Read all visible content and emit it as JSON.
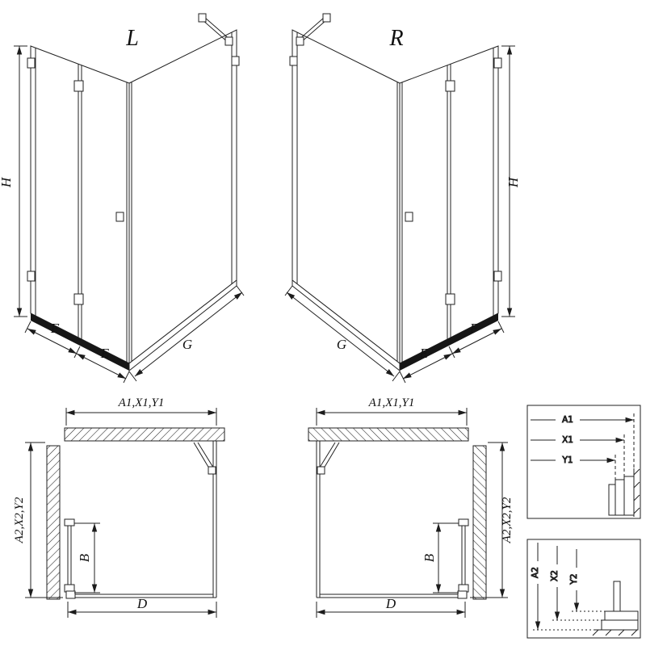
{
  "style": {
    "line_color": "#1c1c1c",
    "background": "#ffffff"
  },
  "iso_left": {
    "view_label": "L",
    "dim_h": "H",
    "dim_f": "F",
    "dim_e": "E",
    "dim_g": "G"
  },
  "iso_right": {
    "view_label": "R",
    "dim_h": "H",
    "dim_f": "F",
    "dim_e": "E",
    "dim_g": "G"
  },
  "plan_left": {
    "dim_width": "A1,X1,Y1",
    "dim_depth": "A2,X2,Y2",
    "dim_door": "B",
    "dim_bottom": "D"
  },
  "plan_right": {
    "dim_width": "A1,X1,Y1",
    "dim_depth": "A2,X2,Y2",
    "dim_door": "B",
    "dim_bottom": "D"
  },
  "detail_width": {
    "dims": [
      "A1",
      "X1",
      "Y1"
    ]
  },
  "detail_depth": {
    "dims": [
      "A2",
      "X2",
      "Y2"
    ]
  }
}
